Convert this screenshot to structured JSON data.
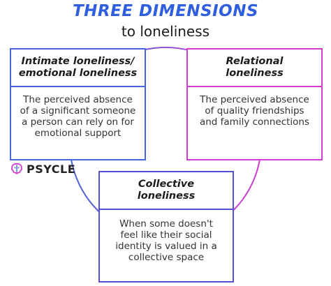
{
  "header": {
    "title": "THREE DIMENSIONS",
    "subtitle": "to loneliness"
  },
  "boxes": [
    {
      "title_lines": [
        "Intimate loneliness/",
        "emotional loneliness"
      ],
      "body_lines": [
        "The perceived absence",
        "of a significant someone",
        "a person can rely on for",
        "emotional support"
      ]
    },
    {
      "title_lines": [
        "Relational",
        "loneliness"
      ],
      "body_lines": [
        "The perceived absence",
        "of quality friendships",
        "and family connections"
      ]
    },
    {
      "title_lines": [
        "Collective",
        "loneliness"
      ],
      "body_lines": [
        "When some doesn't",
        "feel like their social",
        "identity is valued in a",
        "collective space"
      ]
    }
  ],
  "logo": {
    "text": "PSYCLE",
    "icon": "brain-icon"
  },
  "colors": {
    "title": "#2f5fe0",
    "box_intimate": "#4766d9",
    "box_relational": "#d43bd0",
    "box_collective": "#5a4fd8"
  }
}
